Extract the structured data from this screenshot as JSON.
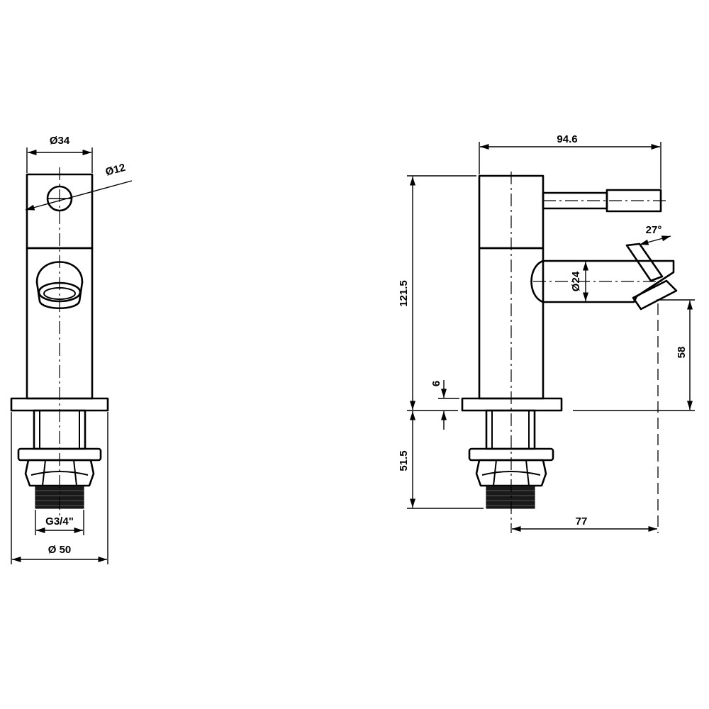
{
  "front_view": {
    "dim_body_diameter": "Ø34",
    "dim_hole_diameter": "Ø12",
    "dim_thread": "G3/4\"",
    "dim_base_diameter": "Ø 50"
  },
  "side_view": {
    "dim_reach": "94.6",
    "dim_angle": "27°",
    "dim_spout_diameter": "Ø24",
    "dim_height": "121.5",
    "dim_spout_height": "58",
    "dim_base_thickness": "6",
    "dim_shank_length": "51.5",
    "dim_spout_projection": "77"
  }
}
